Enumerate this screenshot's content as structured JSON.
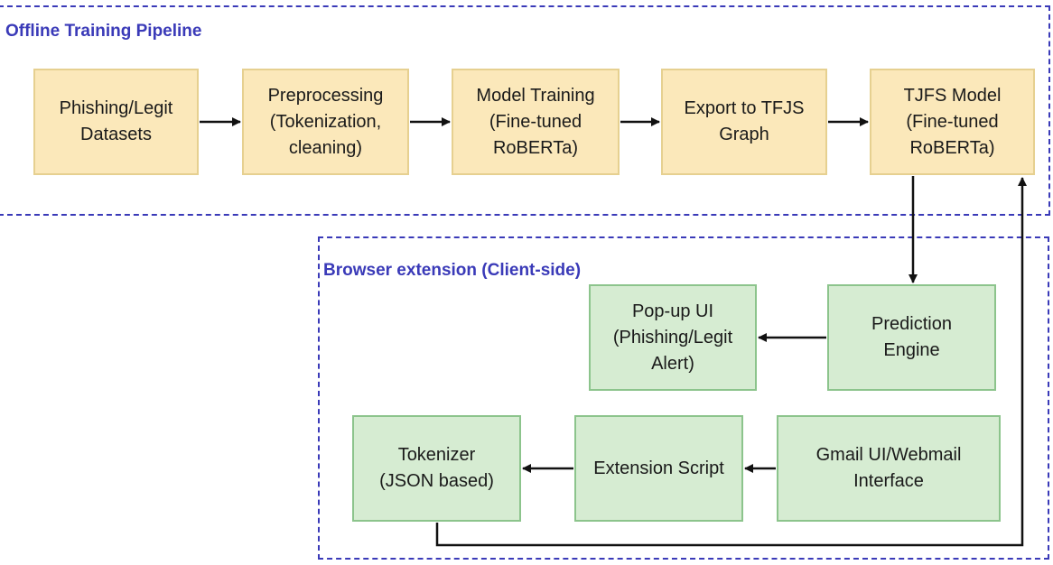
{
  "groups": {
    "offline": {
      "title": "Offline Training Pipeline"
    },
    "browser": {
      "title": "Browser extension (Client-side)"
    }
  },
  "nodes": {
    "datasets": "Phishing/Legit\nDatasets",
    "preprocessing": "Preprocessing\n(Tokenization,\ncleaning)",
    "model_training": "Model Training\n(Fine-tuned\nRoBERTa)",
    "export": "Export to TFJS\nGraph",
    "tjfs_model": "TJFS Model\n(Fine-tuned\nRoBERTa)",
    "popup_ui": "Pop-up UI\n(Phishing/Legit\nAlert)",
    "prediction_engine": "Prediction\nEngine",
    "tokenizer": "Tokenizer\n(JSON based)",
    "extension_script": "Extension Script",
    "gmail_ui": "Gmail UI/Webmail\nInterface"
  },
  "colors": {
    "group_border": "#3a3ab8",
    "yellow_fill": "#fbe8ba",
    "green_fill": "#d6ecd2",
    "arrow": "#111111"
  }
}
